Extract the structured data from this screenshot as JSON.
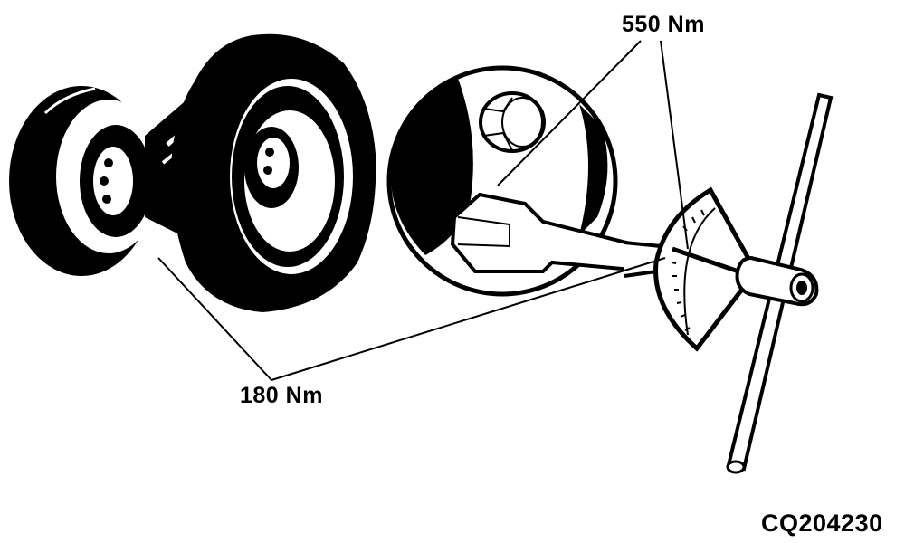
{
  "diagram": {
    "type": "technical-illustration",
    "subject": "Wheel nut torque specification with torque wrench",
    "colors": {
      "ink": "#000000",
      "paper": "#ffffff"
    },
    "callouts": [
      {
        "id": "torque-large-nut",
        "text": "550 Nm",
        "points_to": "large hex nut in magnified inset and torque wrench dial"
      },
      {
        "id": "torque-wheel-nuts",
        "text": "180 Nm",
        "points_to": "wheel nuts on tractor wheel and torque wrench"
      }
    ],
    "figure_code": "CQ204230",
    "components": [
      "tractor wheels",
      "magnified inset with hex nuts",
      "torque wrench with dial scale",
      "T-handle"
    ]
  }
}
